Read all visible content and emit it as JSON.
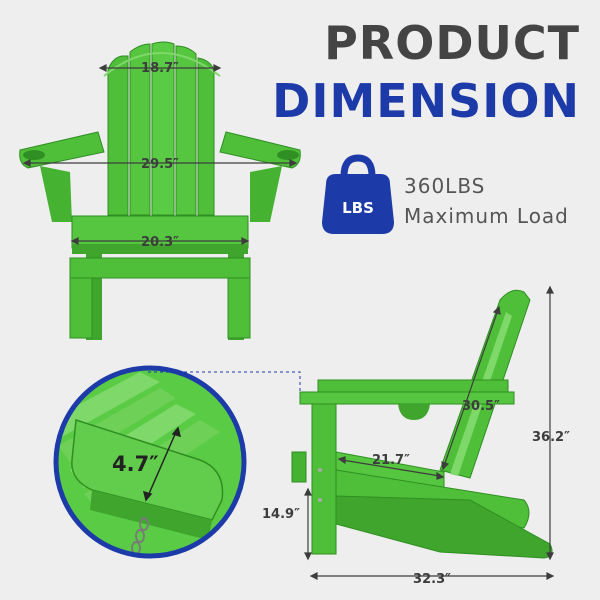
{
  "header": {
    "line1": "PRODUCT",
    "line2": "DIMENSION"
  },
  "load": {
    "badge": "LBS",
    "value": "360LBS",
    "label": "Maximum Load"
  },
  "front_view": {
    "backrest_width": "18.7″",
    "arm_span": "29.5″",
    "seat_width": "20.3″"
  },
  "detail_view": {
    "armrest_width": "4.7″"
  },
  "side_view": {
    "back_length": "30.5″",
    "overall_height": "36.2″",
    "seat_depth": "21.7″",
    "seat_height": "14.9″",
    "overall_depth": "32.3″"
  },
  "colors": {
    "chair": "#4fbf3a",
    "chair_dark": "#2f8f22",
    "chair_light": "#7fd86a",
    "headline_gray": "#444444",
    "headline_blue": "#1c3aa8",
    "badge": "#1c3aa8"
  }
}
